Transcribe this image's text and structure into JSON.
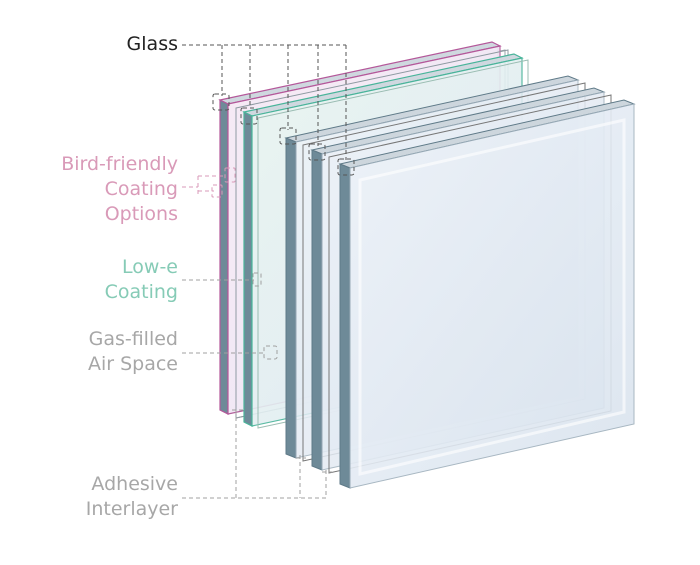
{
  "labels": {
    "glass": [
      "Glass"
    ],
    "bird": [
      "Bird-friendly",
      "Coating",
      "Options"
    ],
    "lowe": [
      "Low-e",
      "Coating"
    ],
    "gas": [
      "Gas-filled",
      "Air Space"
    ],
    "adhesive": [
      "Adhesive",
      "Interlayer"
    ]
  },
  "colors": {
    "glass_label": "#222222",
    "bird_label": "#d99ab8",
    "lowe_label": "#86cbb6",
    "gas_label": "#a7a7a7",
    "adhesive_label": "#a7a7a7",
    "glass_edge": "#6e8a98",
    "glass_face": "#dfe8f1",
    "bird_edge": "#b4589a",
    "lowe_edge": "#49b49a",
    "leader": "#8d8d8d"
  }
}
